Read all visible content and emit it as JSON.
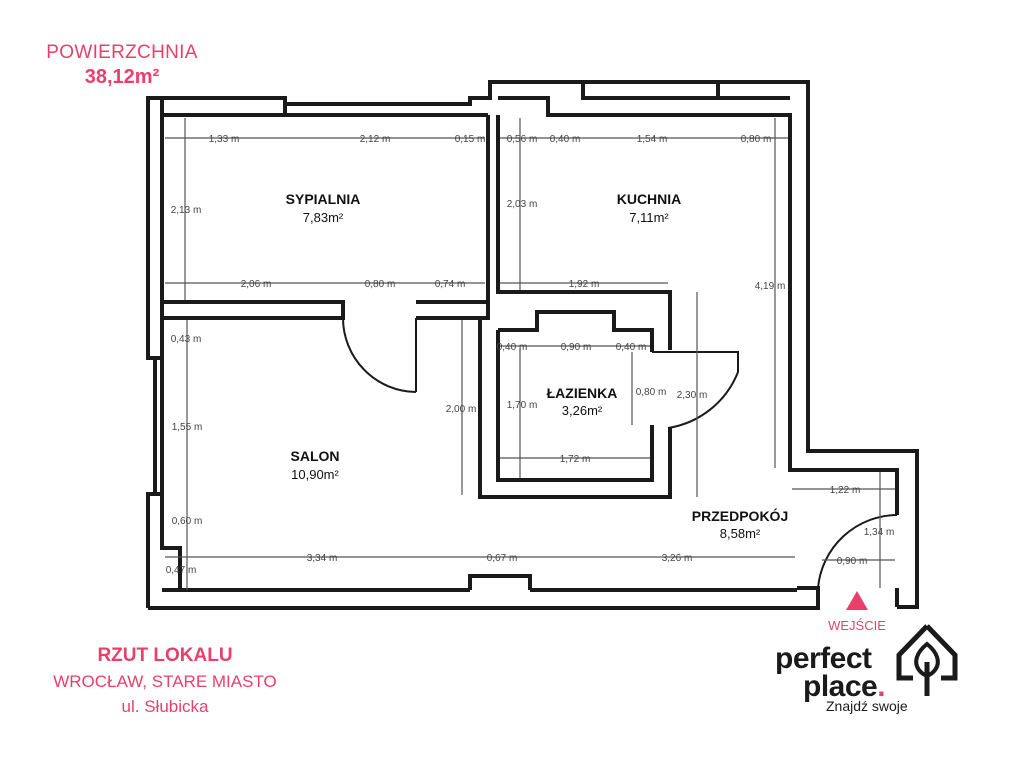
{
  "header": {
    "area_label": "POWIERZCHNIA",
    "area_value": "38,12m²"
  },
  "rooms": [
    {
      "name": "SYPIALNIA",
      "area": "7,83m²"
    },
    {
      "name": "KUCHNIA",
      "area": "7,11m²"
    },
    {
      "name": "ŁAZIENKA",
      "area": "3,26m²"
    },
    {
      "name": "SALON",
      "area": "10,90m²"
    },
    {
      "name": "PRZEDPOKÓJ",
      "area": "8,58m²"
    }
  ],
  "dimensions": [
    "1,33 m",
    "2,12 m",
    "0,15 m",
    "0,56 m",
    "0,40 m",
    "1,54 m",
    "0,80 m",
    "2,13 m",
    "2,03 m",
    "4,19 m",
    "2,06 m",
    "0,80 m",
    "0,74 m",
    "1,92 m",
    "0,43 m",
    "0,40 m",
    "0,90 m",
    "0,40 m",
    "0,80 m",
    "2,30 m",
    "1,70 m",
    "2,00 m",
    "1,55 m",
    "1,72 m",
    "1,22 m",
    "0,60 m",
    "1,34 m",
    "3,34 m",
    "0,67 m",
    "3,26 m",
    "0,90 m",
    "0,47 m"
  ],
  "entrance": {
    "label": "WEJŚCIE"
  },
  "footer": {
    "title": "RZUT LOKALU",
    "city": "WROCŁAW, STARE MIASTO",
    "street": "ul. Słubicka"
  },
  "brand": {
    "line1": "perfect",
    "line2": "place",
    "dot": ".",
    "tagline": "Znajdź swoje"
  },
  "colors": {
    "accent": "#e8406a",
    "wall": "#1a1a1a",
    "dimension": "#444444"
  },
  "icons": {
    "logo": "tree-house-icon",
    "entrance_marker": "triangle-up-icon"
  }
}
